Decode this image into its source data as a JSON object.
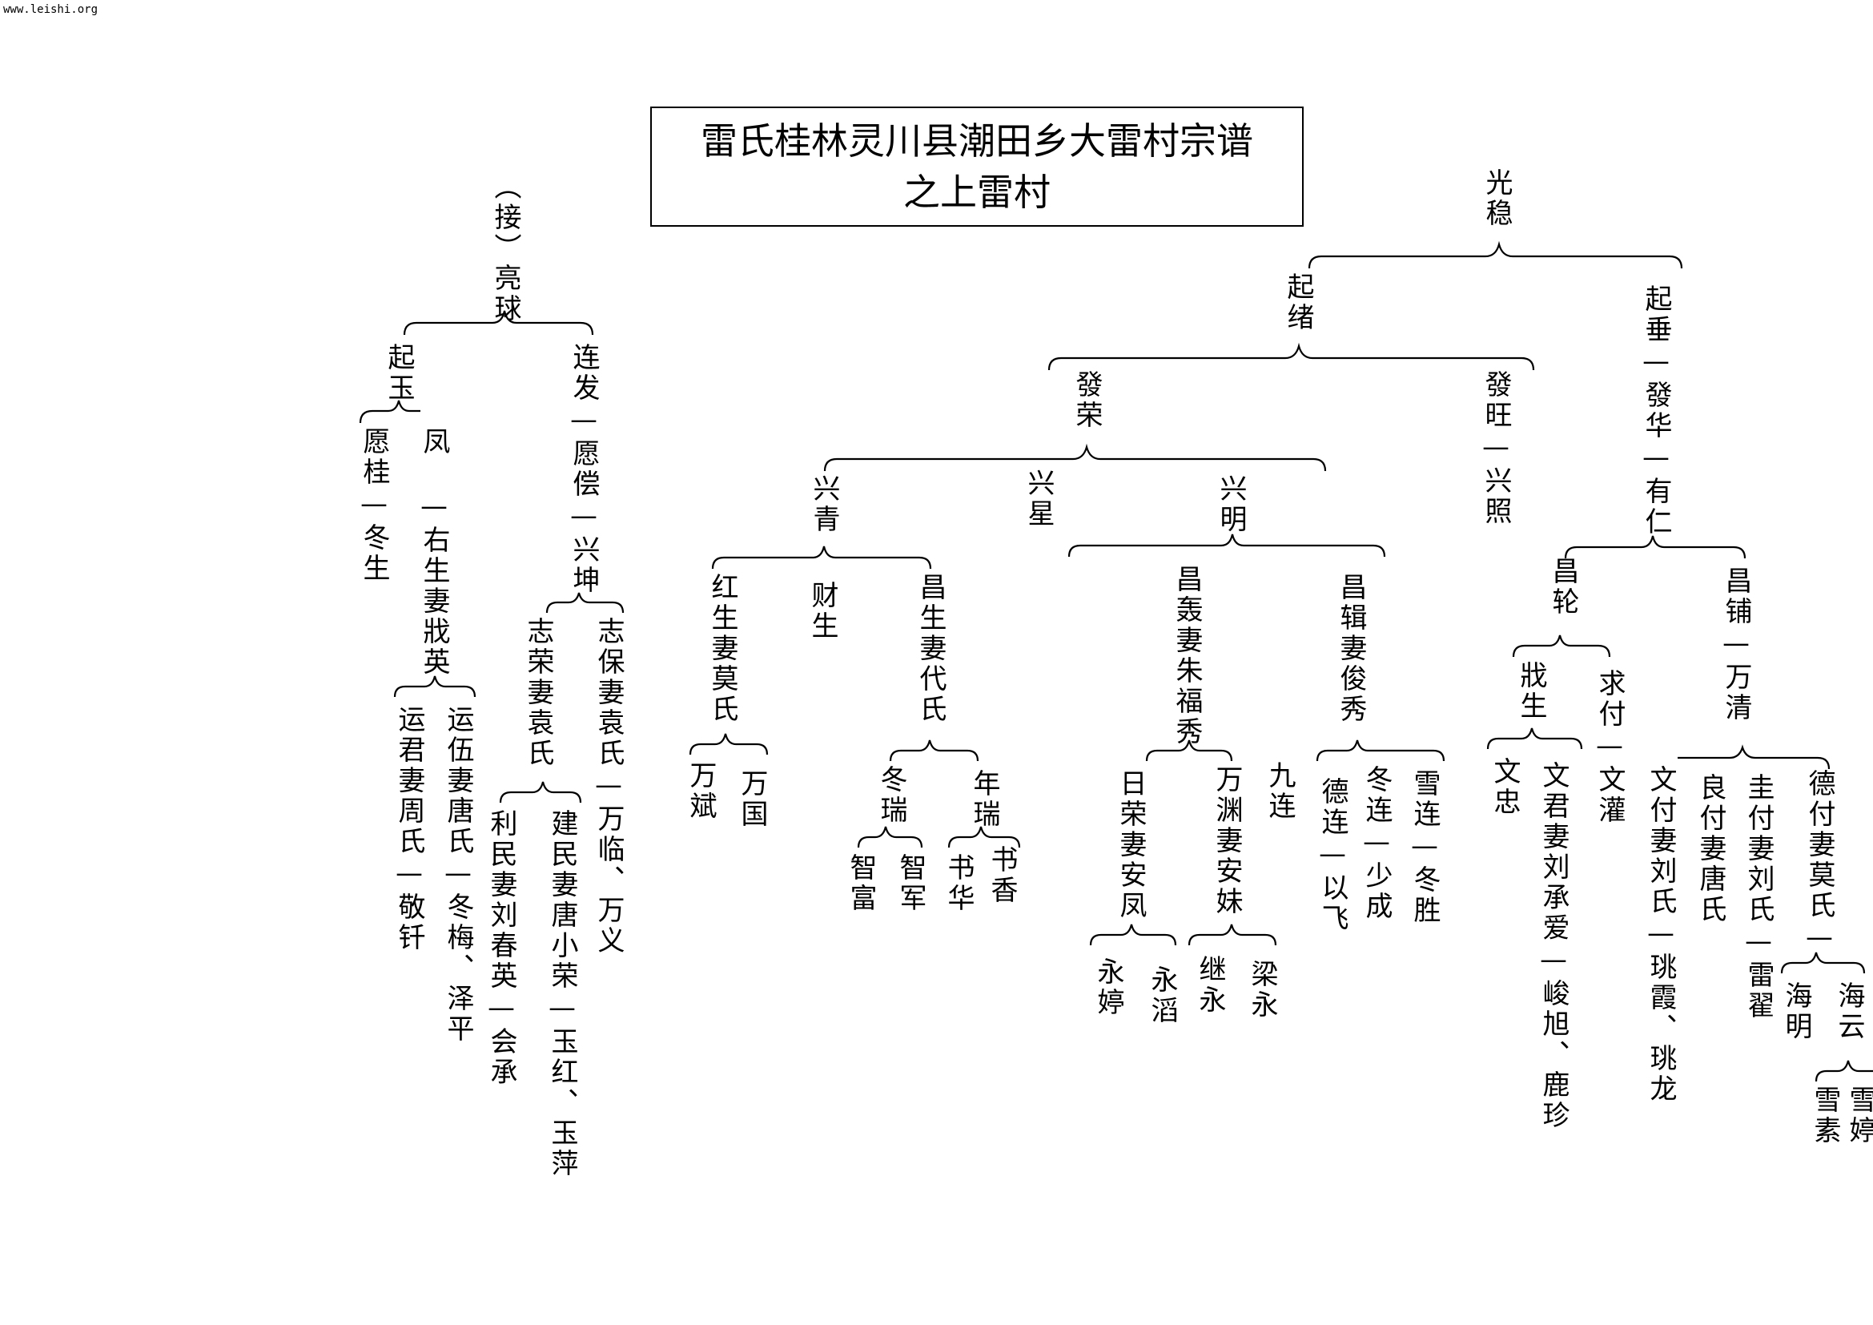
{
  "site": "www.leishi.org",
  "title": {
    "line1": "雷氏桂林灵川县潮田乡大雷村宗谱",
    "line2": "之上雷村"
  },
  "left_tree": {
    "root": "（接）亮球",
    "qiyu": "起玉",
    "yuangui_chain": "愿桂—冬生",
    "feng": "凤",
    "feng_chain": "—右生妻戕英",
    "yunwu": "运伍妻唐氏—冬梅、泽平",
    "yunjun": "运君妻周氏—敬钎",
    "lianfa_chain": "连发—愿偿—兴坤",
    "zhibao": "志保妻袁氏—万临、万义",
    "zhirong": "志荣妻袁氏",
    "jianmin": "建民妻唐小荣—玉红、玉萍",
    "limin": "利民妻刘春英—会承"
  },
  "right_tree": {
    "root": "光稳",
    "qixu": "起绪",
    "qichui_chain": "起垂—發华—有仁",
    "farong": "發荣",
    "fawang_chain": "發旺—兴照",
    "xingqing": "兴青",
    "xingxing": "兴星",
    "xingming": "兴明",
    "hongsheng": "红生妻莫氏",
    "caisheng": "财生",
    "changsheng": "昌生妻代氏",
    "wanbin": "万斌",
    "wanguo": "万国",
    "dongrui": "冬瑞",
    "nianrui": "年瑞",
    "zhifu": "智富",
    "zhijun": "智军",
    "shuhua": "书华",
    "shuxiang": "书香",
    "changzhen": "昌轰妻朱福秀",
    "changji": "昌辑妻俊秀",
    "rirong": "日荣妻安凤",
    "wanyuan": "万渊妻安妹",
    "jiulian": "九连",
    "yongting": "永婷",
    "yongtao": "永滔",
    "jiyong": "继永",
    "liangyong": "梁永",
    "delian": "德连—以飞",
    "donglian": "冬连—少成",
    "xuelian": "雪连—冬胜",
    "changlun": "昌轮",
    "changpu_chain": "昌铺—万清",
    "jiansheng": "戕生",
    "qiufu_chain": "求付—文灌",
    "wenzhong": "文忠",
    "wenjun": "文君妻刘承爱—峻旭、鹿珍",
    "wenfu": "文付妻刘氏—珧霞、珧龙",
    "liangfu": "良付妻唐氏",
    "guifu": "圭付妻刘氏—雷翟",
    "defu": "德付妻莫氏—",
    "haiming": "海明",
    "haiyun": "海云",
    "xuesu": "雪素",
    "xueting": "雪婷"
  }
}
